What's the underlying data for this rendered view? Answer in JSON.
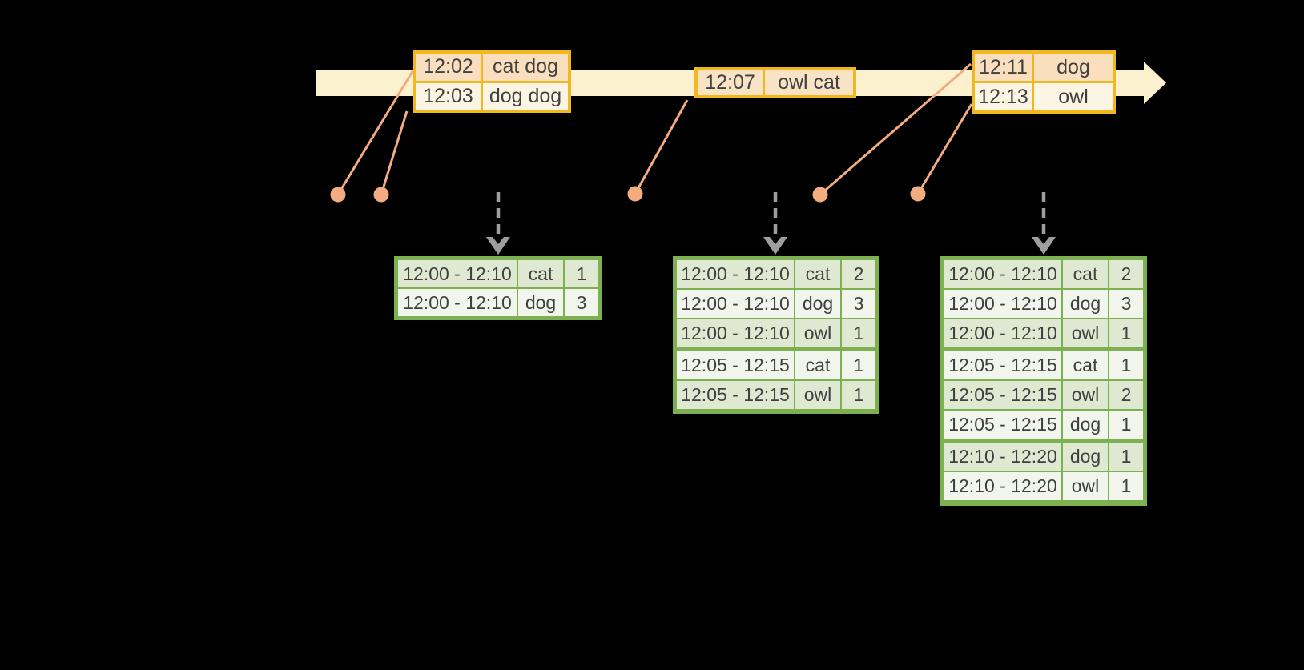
{
  "colors": {
    "background": "#000000",
    "timeline_fill": "#FCF1CE",
    "event_border": "#F0B81E",
    "event_row_peach": "#FADFBF",
    "event_row_cream": "#FDF5E4",
    "event_single_fill": "#F9E3C5",
    "connector_salmon": "#F2AC80",
    "trigger_arrow_gray": "#9E9E9E",
    "table_green": "#7CB050",
    "table_row_dark": "#DFE9D2",
    "table_row_light": "#F1F5EC",
    "text": "#404040"
  },
  "event_boxes": [
    {
      "rows": [
        {
          "time": "12:02",
          "words": "cat dog"
        },
        {
          "time": "12:03",
          "words": "dog dog"
        }
      ]
    },
    {
      "rows": [
        {
          "time": "12:07",
          "words": "owl cat"
        }
      ]
    },
    {
      "rows": [
        {
          "time": "12:11",
          "words": "dog"
        },
        {
          "time": "12:13",
          "words": "owl"
        }
      ]
    }
  ],
  "result_tables": [
    {
      "rows": [
        {
          "window": "12:00 - 12:10",
          "word": "cat",
          "count": "1"
        },
        {
          "window": "12:00 - 12:10",
          "word": "dog",
          "count": "3"
        }
      ]
    },
    {
      "rows": [
        {
          "window": "12:00 - 12:10",
          "word": "cat",
          "count": "2"
        },
        {
          "window": "12:00 - 12:10",
          "word": "dog",
          "count": "3"
        },
        {
          "window": "12:00 - 12:10",
          "word": "owl",
          "count": "1"
        },
        {
          "window": "12:05 - 12:15",
          "word": "cat",
          "count": "1"
        },
        {
          "window": "12:05 - 12:15",
          "word": "owl",
          "count": "1"
        }
      ]
    },
    {
      "rows": [
        {
          "window": "12:00 - 12:10",
          "word": "cat",
          "count": "2"
        },
        {
          "window": "12:00 - 12:10",
          "word": "dog",
          "count": "3"
        },
        {
          "window": "12:00 - 12:10",
          "word": "owl",
          "count": "1"
        },
        {
          "window": "12:05 - 12:15",
          "word": "cat",
          "count": "1"
        },
        {
          "window": "12:05 - 12:15",
          "word": "owl",
          "count": "2"
        },
        {
          "window": "12:05 - 12:15",
          "word": "dog",
          "count": "1"
        },
        {
          "window": "12:10 - 12:20",
          "word": "dog",
          "count": "1"
        },
        {
          "window": "12:10 - 12:20",
          "word": "owl",
          "count": "1"
        }
      ]
    }
  ]
}
